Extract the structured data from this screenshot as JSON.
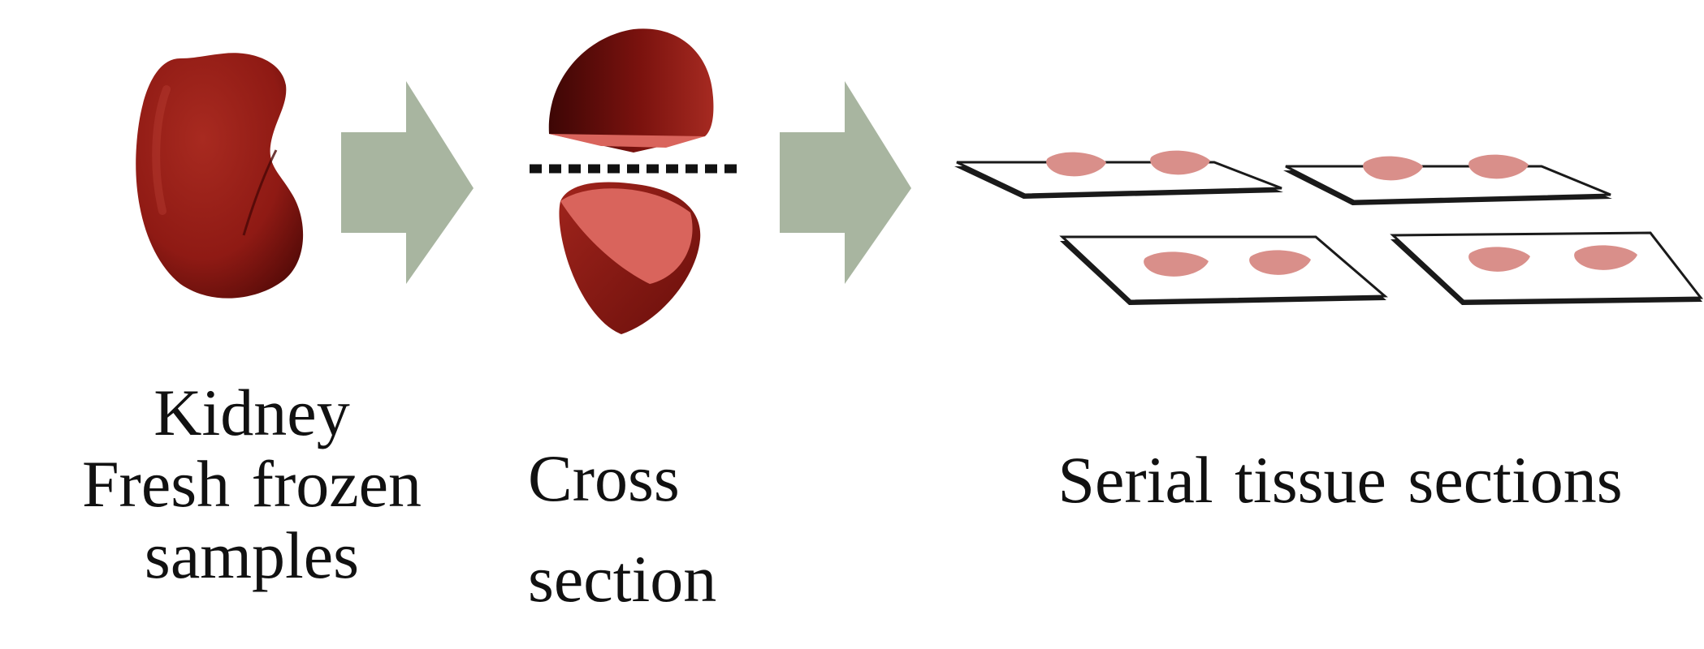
{
  "steps": [
    {
      "id": "kidney",
      "caption_lines": [
        "Kidney",
        "Fresh frozen",
        "samples"
      ]
    },
    {
      "id": "cross-section",
      "caption_lines": [
        "Cross",
        "section"
      ]
    },
    {
      "id": "serial-sections",
      "caption_lines": [
        "Serial tissue sections"
      ]
    }
  ],
  "colors": {
    "tissue_dark": "#6e0f0c",
    "tissue_mid": "#9a1e17",
    "tissue_cut": "#d9645c",
    "arrow": "#a8b5a0",
    "slide_outline": "#1a1a1a",
    "section_stain": "#d98f8a",
    "cut_line": "#111111"
  },
  "slides": {
    "count": 4,
    "sections_per_slide": 2
  }
}
